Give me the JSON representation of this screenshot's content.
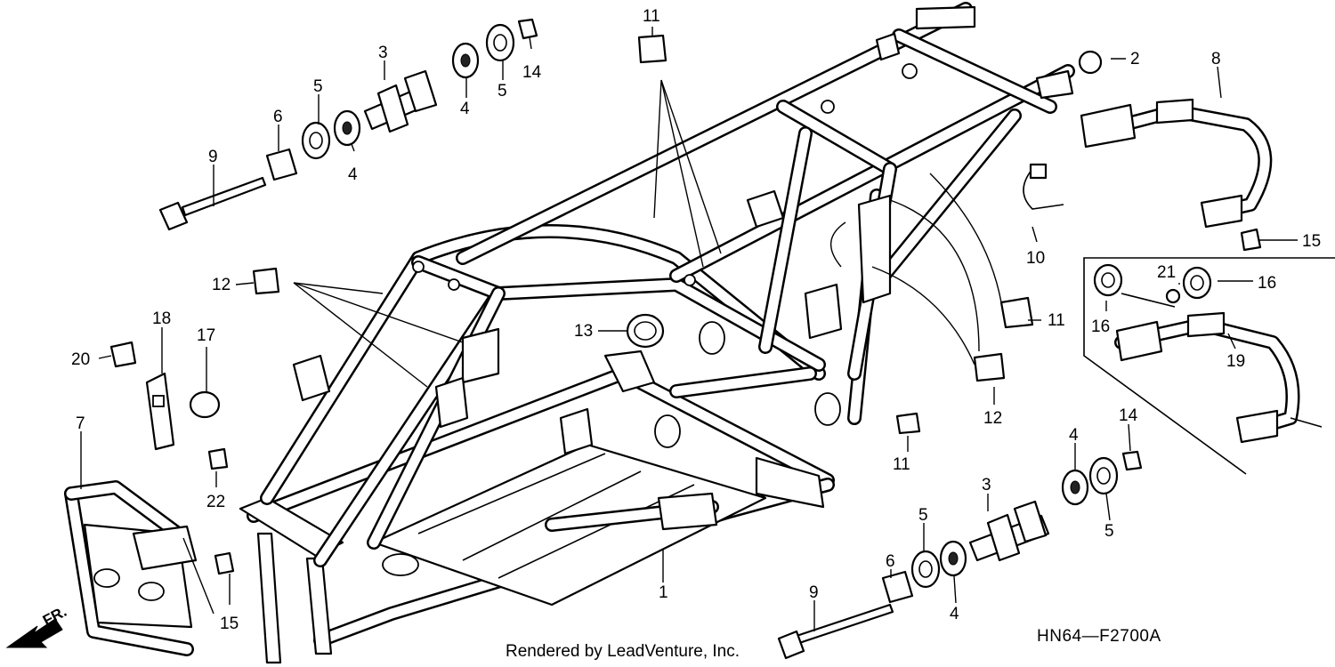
{
  "diagram": {
    "code": "HN64—F2700A",
    "credit": "Rendered by LeadVenture, Inc.",
    "direction_label": "FR.",
    "callouts": [
      {
        "id": "c1",
        "label": "1"
      },
      {
        "id": "c2",
        "label": "2"
      },
      {
        "id": "c3a",
        "label": "3"
      },
      {
        "id": "c3b",
        "label": "3"
      },
      {
        "id": "c4a",
        "label": "4"
      },
      {
        "id": "c4b",
        "label": "4"
      },
      {
        "id": "c4c",
        "label": "4"
      },
      {
        "id": "c4d",
        "label": "4"
      },
      {
        "id": "c5a",
        "label": "5"
      },
      {
        "id": "c5b",
        "label": "5"
      },
      {
        "id": "c5c",
        "label": "5"
      },
      {
        "id": "c5d",
        "label": "5"
      },
      {
        "id": "c6a",
        "label": "6"
      },
      {
        "id": "c6b",
        "label": "6"
      },
      {
        "id": "c7",
        "label": "7"
      },
      {
        "id": "c8",
        "label": "8"
      },
      {
        "id": "c9a",
        "label": "9"
      },
      {
        "id": "c9b",
        "label": "9"
      },
      {
        "id": "c10",
        "label": "10"
      },
      {
        "id": "c11a",
        "label": "11"
      },
      {
        "id": "c11b",
        "label": "11"
      },
      {
        "id": "c11c",
        "label": "11"
      },
      {
        "id": "c12a",
        "label": "12"
      },
      {
        "id": "c12b",
        "label": "12"
      },
      {
        "id": "c13",
        "label": "13"
      },
      {
        "id": "c14a",
        "label": "14"
      },
      {
        "id": "c14b",
        "label": "14"
      },
      {
        "id": "c15a",
        "label": "15"
      },
      {
        "id": "c15b",
        "label": "15"
      },
      {
        "id": "c16a",
        "label": "16"
      },
      {
        "id": "c16b",
        "label": "16"
      },
      {
        "id": "c17",
        "label": "17"
      },
      {
        "id": "c18",
        "label": "18"
      },
      {
        "id": "c19",
        "label": "19"
      },
      {
        "id": "c20",
        "label": "20"
      },
      {
        "id": "c21",
        "label": "21"
      },
      {
        "id": "c22",
        "label": "22"
      }
    ]
  }
}
